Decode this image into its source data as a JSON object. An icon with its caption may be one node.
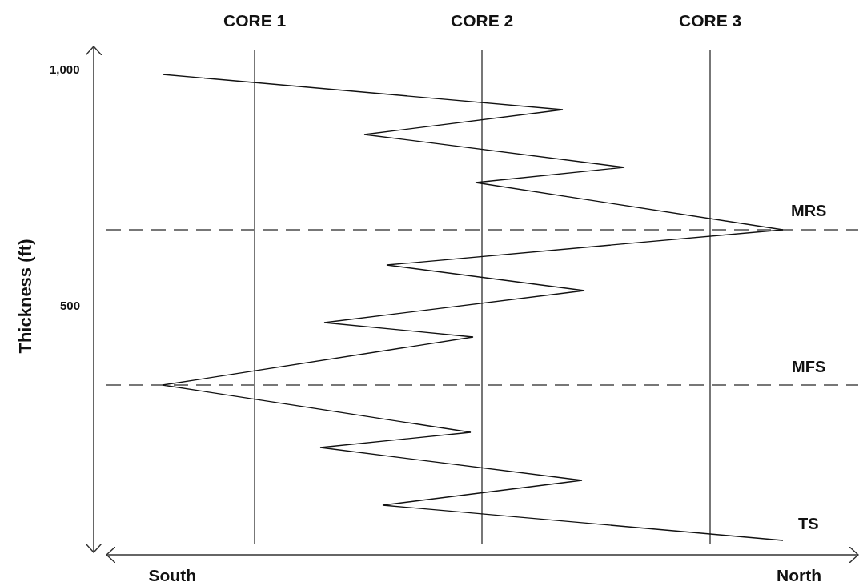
{
  "diagram": {
    "labels": [
      "CORE 1",
      "CORE 2",
      "CORE 3",
      "1,000",
      "MRS",
      "500",
      "Thickness (ft)",
      "MFS",
      "TS",
      "South",
      "North"
    ]
  }
}
